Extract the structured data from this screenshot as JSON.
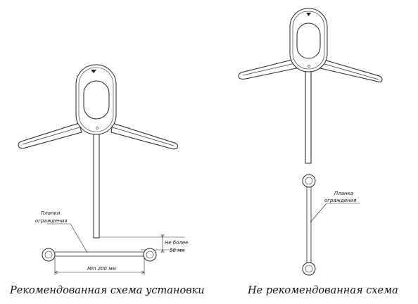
{
  "left_scheme": {
    "caption": "Рекомендованная схема установки",
    "rail_label_line1": "Планки",
    "rail_label_line2": "ограждения",
    "height_label_line1": "Не более",
    "height_label_line2": "50 мм",
    "width_label": "Min 200 мм"
  },
  "right_scheme": {
    "caption": "Не  рекомендованная схема",
    "rail_label_line1": "Планка",
    "rail_label_line2": "ограждения"
  }
}
